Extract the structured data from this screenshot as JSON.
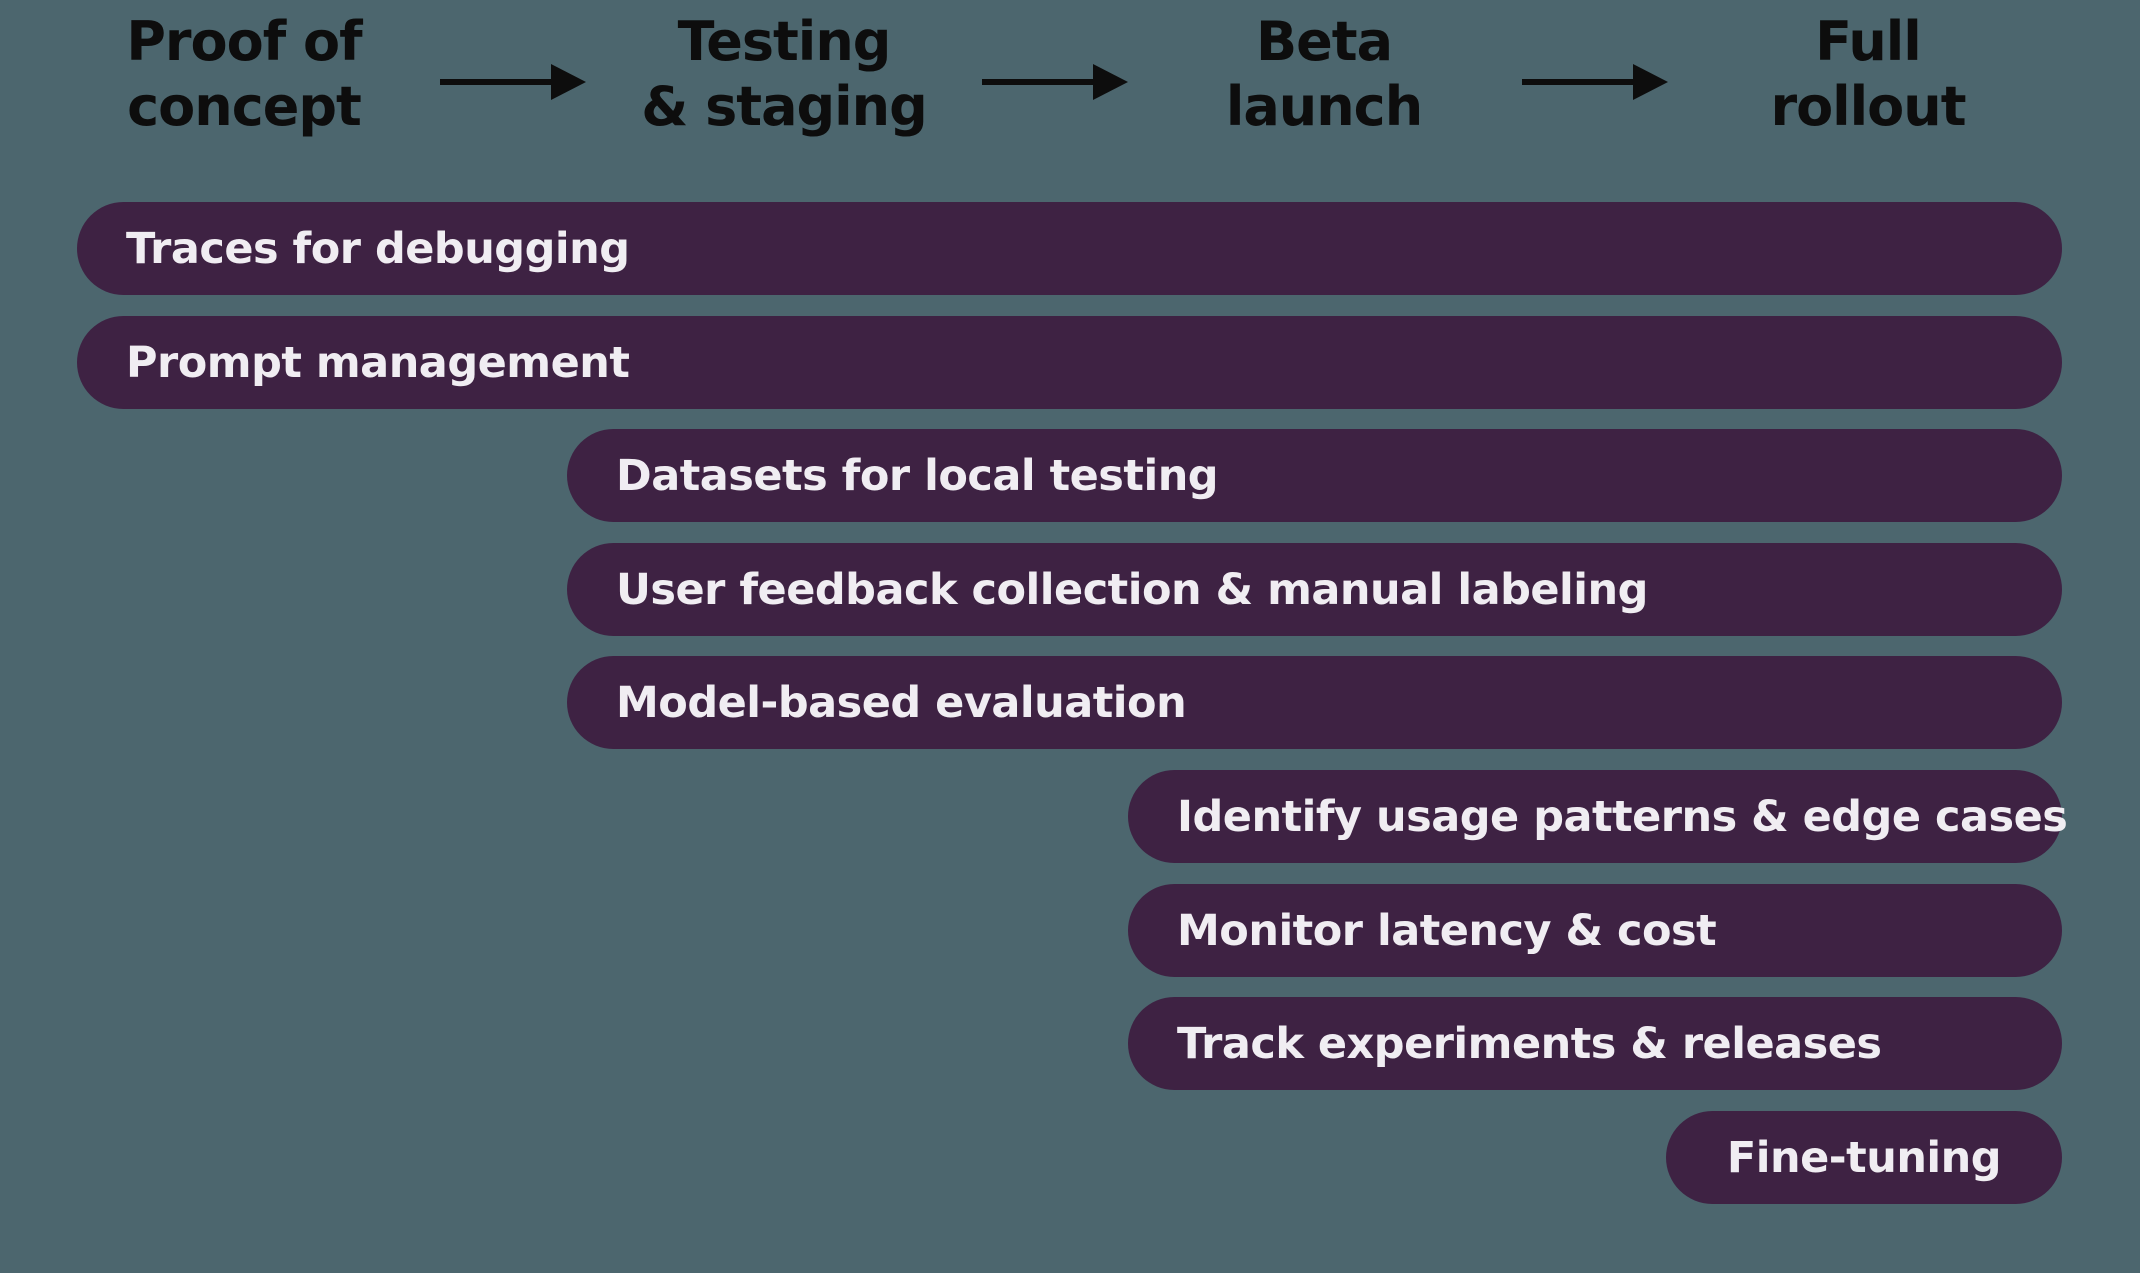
{
  "colors": {
    "background": "#4C666E",
    "bar_fill": "#3E2243",
    "bar_text": "#F0EDF2",
    "stage_text": "#0D0D0D",
    "arrow": "#0D0D0D"
  },
  "stages": [
    {
      "label": "Proof of\nconcept"
    },
    {
      "label": "Testing\n& staging"
    },
    {
      "label": "Beta\nlaunch"
    },
    {
      "label": "Full\nrollout"
    }
  ],
  "bars": [
    {
      "label": "Traces for debugging",
      "start_stage": "Proof of concept",
      "end_stage": "Full rollout",
      "align": "left"
    },
    {
      "label": "Prompt management",
      "start_stage": "Proof of concept",
      "end_stage": "Full rollout",
      "align": "left"
    },
    {
      "label": "Datasets for local testing",
      "start_stage": "Testing & staging",
      "end_stage": "Full rollout",
      "align": "left"
    },
    {
      "label": "User feedback collection & manual labeling",
      "start_stage": "Testing & staging",
      "end_stage": "Full rollout",
      "align": "left"
    },
    {
      "label": "Model-based evaluation",
      "start_stage": "Testing & staging",
      "end_stage": "Full rollout",
      "align": "left"
    },
    {
      "label": "Identify usage patterns & edge cases",
      "start_stage": "Beta launch",
      "end_stage": "Full rollout",
      "align": "left"
    },
    {
      "label": "Monitor latency & cost",
      "start_stage": "Beta launch",
      "end_stage": "Full rollout",
      "align": "left"
    },
    {
      "label": "Track experiments & releases",
      "start_stage": "Beta launch",
      "end_stage": "Full rollout",
      "align": "left"
    },
    {
      "label": "Fine-tuning",
      "start_stage": "Full rollout",
      "end_stage": "Full rollout",
      "align": "center"
    }
  ]
}
